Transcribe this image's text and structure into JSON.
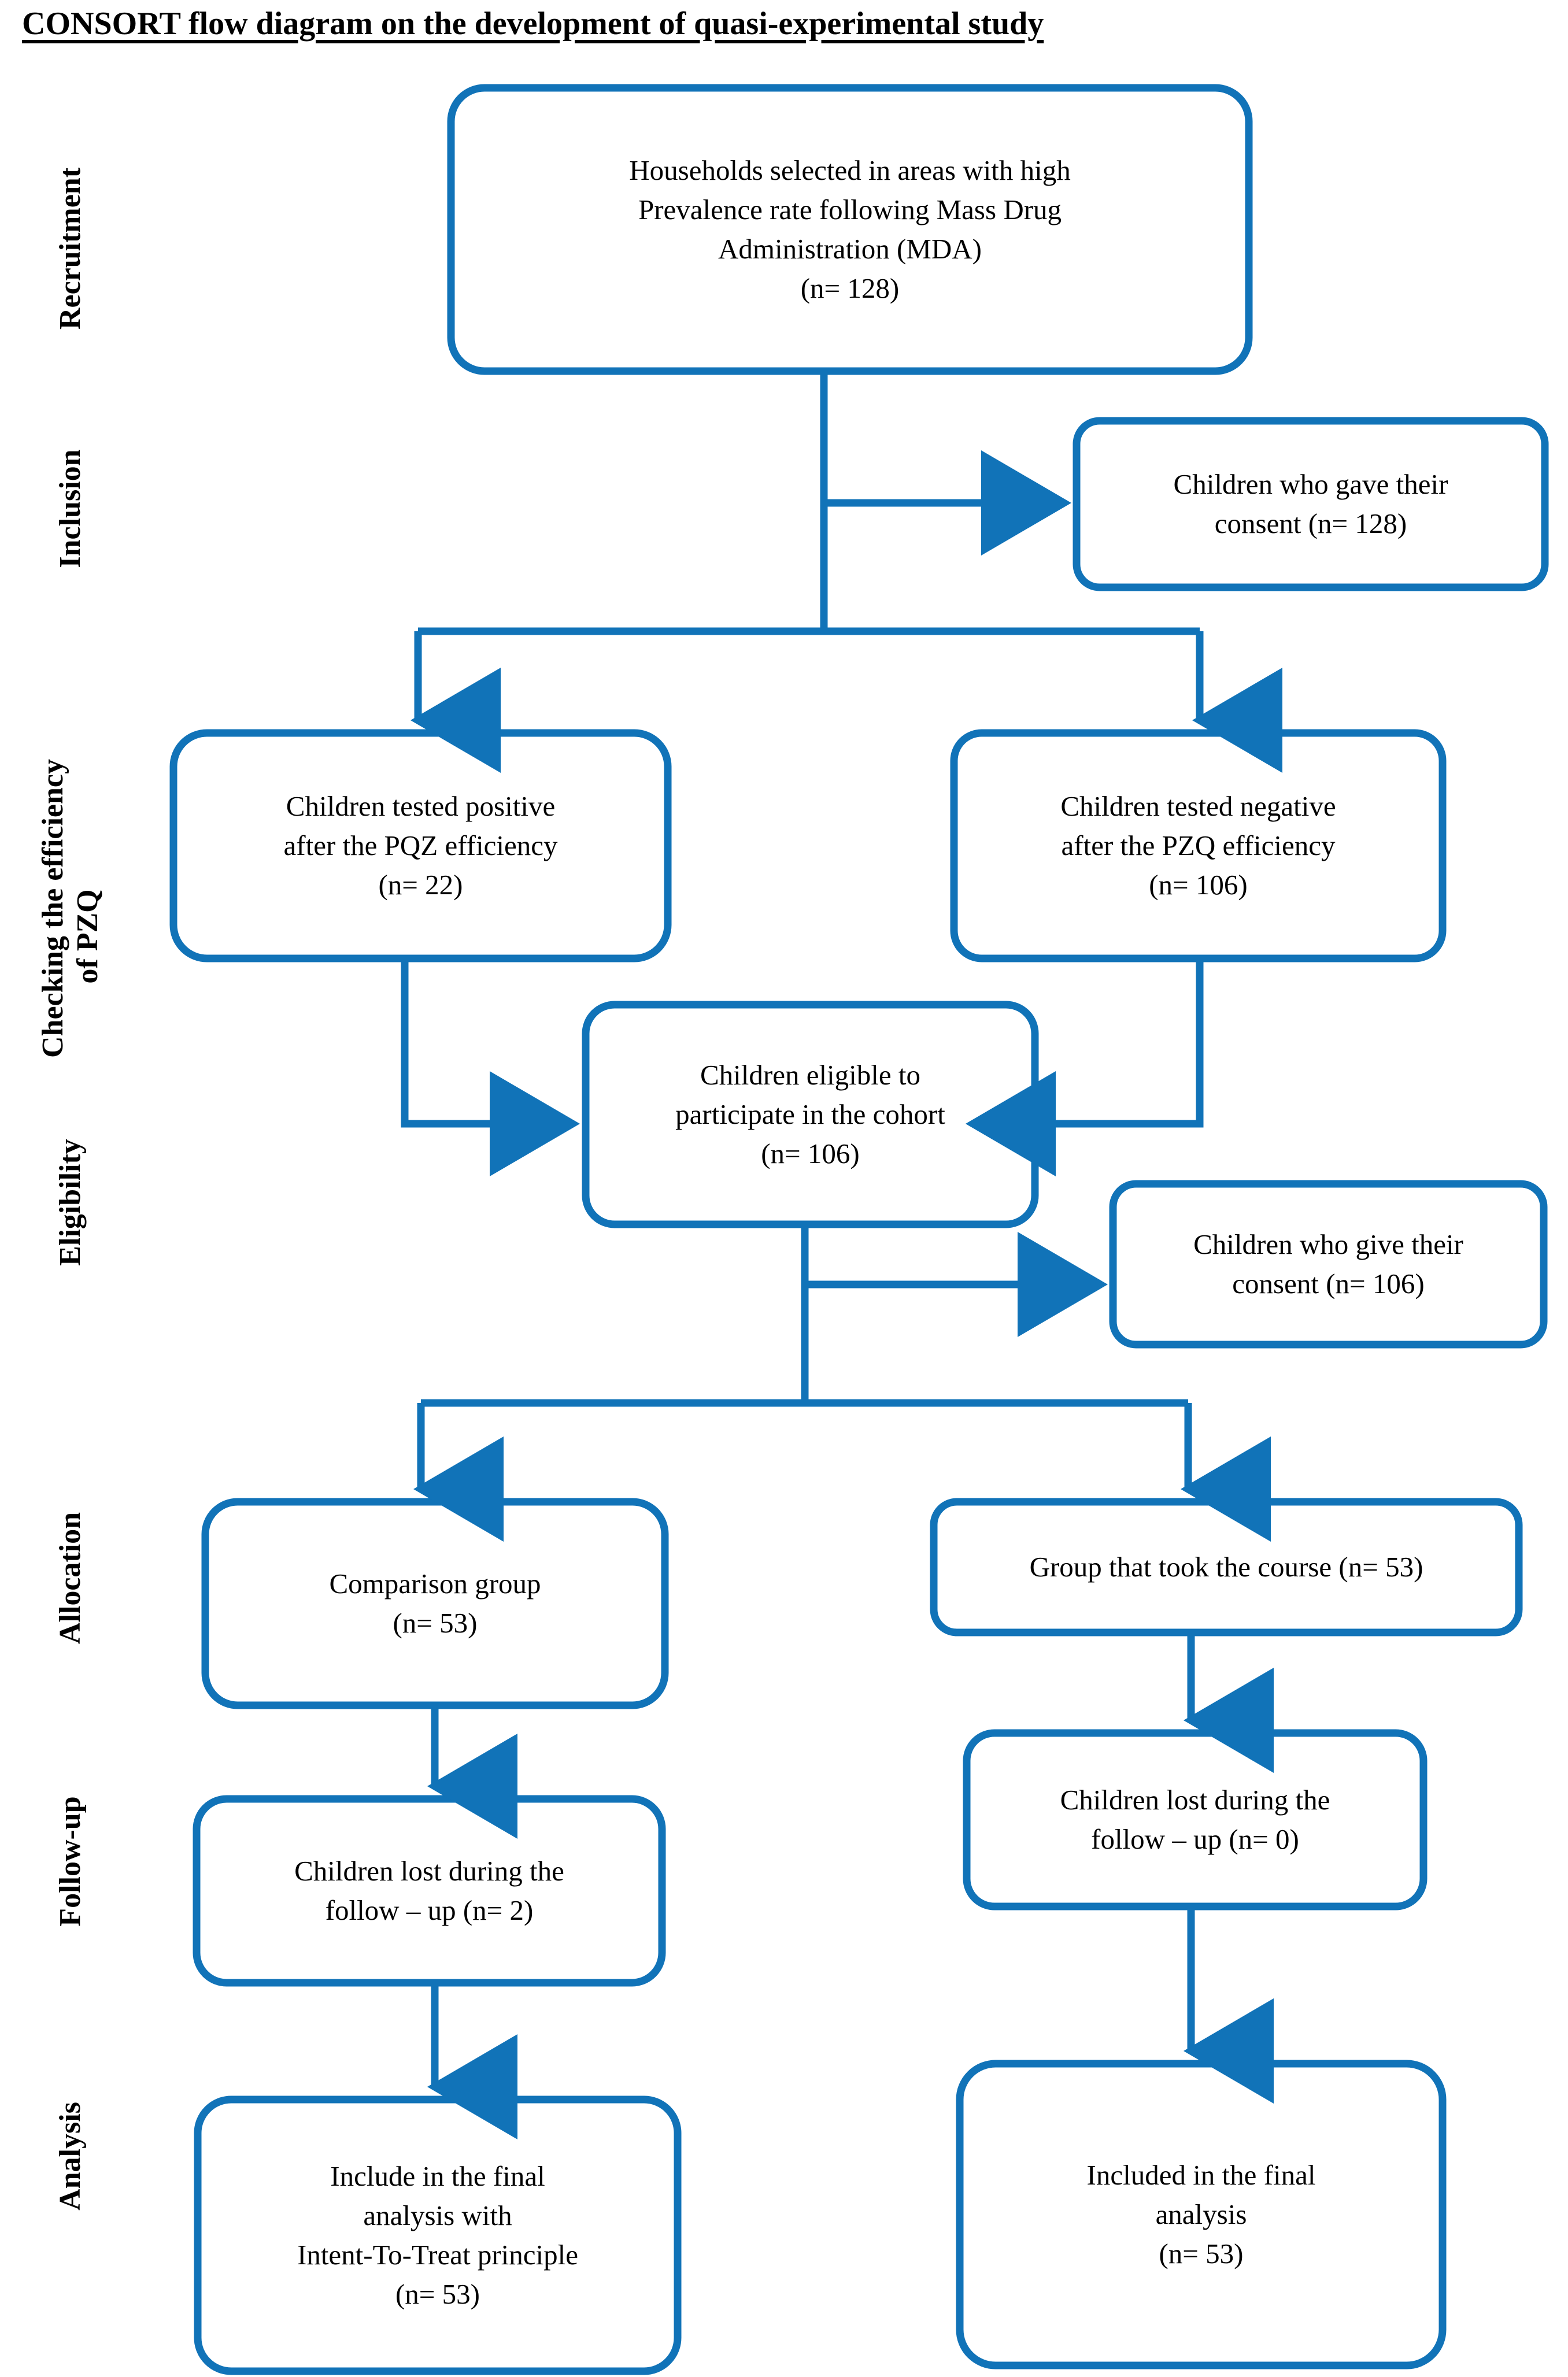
{
  "title": "CONSORT flow diagram on the development of quasi-experimental study",
  "colors": {
    "accent": "#1173B8",
    "text": "#000000",
    "background": "#FFFFFF"
  },
  "stages": [
    {
      "id": "recruitment",
      "label": "Recruitment"
    },
    {
      "id": "inclusion",
      "label": "Inclusion"
    },
    {
      "id": "checking-pzq",
      "label": "Checking the efficiency\nof PZQ"
    },
    {
      "id": "eligibility",
      "label": "Eligibility"
    },
    {
      "id": "allocation",
      "label": "Allocation"
    },
    {
      "id": "follow-up",
      "label": "Follow-up"
    },
    {
      "id": "analysis",
      "label": "Analysis"
    }
  ],
  "nodes": {
    "households": {
      "lines": [
        "Households selected in areas with high",
        "Prevalence rate following Mass Drug",
        "Administration (MDA)",
        "(n= 128)"
      ],
      "n": 128
    },
    "consent_inclusion": {
      "lines": [
        "Children who gave their",
        "consent (n= 128)"
      ],
      "n": 128
    },
    "tested_positive": {
      "lines": [
        "Children tested positive",
        "after the PQZ efficiency",
        "(n= 22)"
      ],
      "n": 22
    },
    "tested_negative": {
      "lines": [
        "Children tested negative",
        "after the PZQ efficiency",
        "(n= 106)"
      ],
      "n": 106
    },
    "eligible_cohort": {
      "lines": [
        "Children eligible to",
        "participate in the cohort",
        "(n= 106)"
      ],
      "n": 106
    },
    "consent_eligibility": {
      "lines": [
        "Children who give their",
        "consent (n= 106)"
      ],
      "n": 106
    },
    "comparison_group": {
      "lines": [
        "Comparison group",
        "(n= 53)"
      ],
      "n": 53
    },
    "course_group": {
      "lines": [
        "Group that took the course (n= 53)"
      ],
      "n": 53
    },
    "lost_left": {
      "lines": [
        "Children lost during the",
        "follow – up  (n= 2)"
      ],
      "n": 2
    },
    "lost_right": {
      "lines": [
        "Children lost during the",
        "follow – up  (n= 0)"
      ],
      "n": 0
    },
    "analysis_left": {
      "lines": [
        "Include in the final",
        "analysis with",
        "Intent-To-Treat principle",
        "(n= 53)"
      ],
      "n": 53
    },
    "analysis_right": {
      "lines": [
        "Included in the final",
        "analysis",
        "(n= 53)"
      ],
      "n": 53
    }
  },
  "chart_data": {
    "type": "diagram",
    "title": "CONSORT flow diagram on the development of quasi-experimental study",
    "flow": [
      {
        "from": "households",
        "to": "consent_inclusion",
        "kind": "side-arrow"
      },
      {
        "from": "households",
        "to": "tested_positive",
        "kind": "split-arrow"
      },
      {
        "from": "households",
        "to": "tested_negative",
        "kind": "split-arrow"
      },
      {
        "from": "tested_positive",
        "to": "eligible_cohort",
        "kind": "elbow-arrow"
      },
      {
        "from": "tested_negative",
        "to": "eligible_cohort",
        "kind": "elbow-arrow"
      },
      {
        "from": "eligible_cohort",
        "to": "consent_eligibility",
        "kind": "side-arrow"
      },
      {
        "from": "eligible_cohort",
        "to": "comparison_group",
        "kind": "split-arrow"
      },
      {
        "from": "eligible_cohort",
        "to": "course_group",
        "kind": "split-arrow"
      },
      {
        "from": "comparison_group",
        "to": "lost_left",
        "kind": "arrow"
      },
      {
        "from": "course_group",
        "to": "lost_right",
        "kind": "arrow"
      },
      {
        "from": "lost_left",
        "to": "analysis_left",
        "kind": "arrow"
      },
      {
        "from": "lost_right",
        "to": "analysis_right",
        "kind": "arrow"
      }
    ]
  }
}
